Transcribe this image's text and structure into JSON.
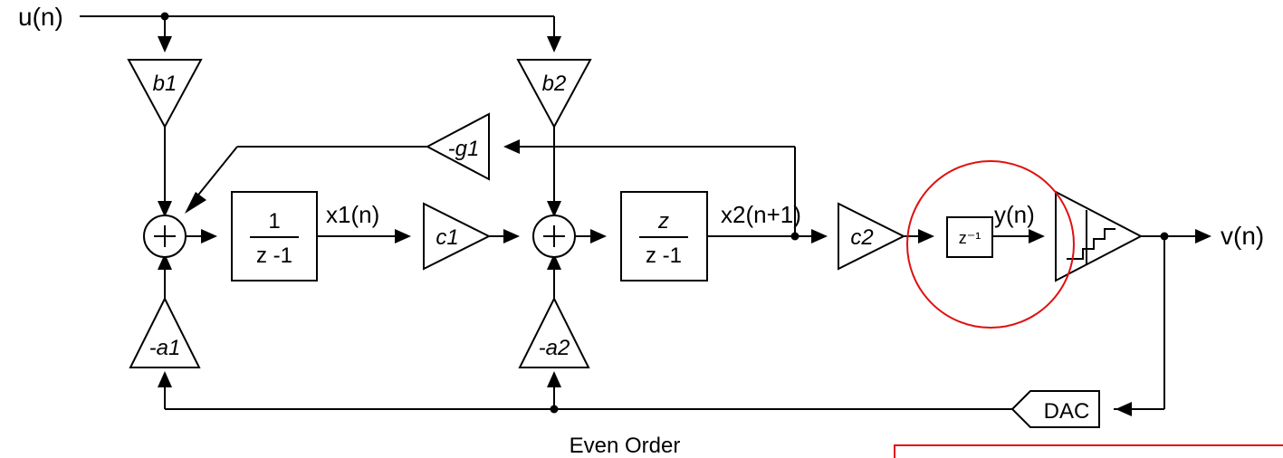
{
  "signals": {
    "input": "u(n)",
    "output": "v(n)",
    "x1": "x1(n)",
    "x2": "x2(n+1)",
    "y": "y(n)"
  },
  "gains": {
    "b1": "b1",
    "b2": "b2",
    "g1": "-g1",
    "c1": "c1",
    "c2": "c2",
    "a1": "-a1",
    "a2": "-a2"
  },
  "blocks": {
    "integrator1": {
      "numerator": "1",
      "denominator": "z -1"
    },
    "integrator2": {
      "numerator": "z",
      "denominator": "z -1"
    },
    "delay": "z⁻¹",
    "dac": "DAC"
  },
  "caption": "Even Order",
  "colors": {
    "line": "#000000",
    "highlight": "#e01010",
    "background": "#ffffff"
  }
}
